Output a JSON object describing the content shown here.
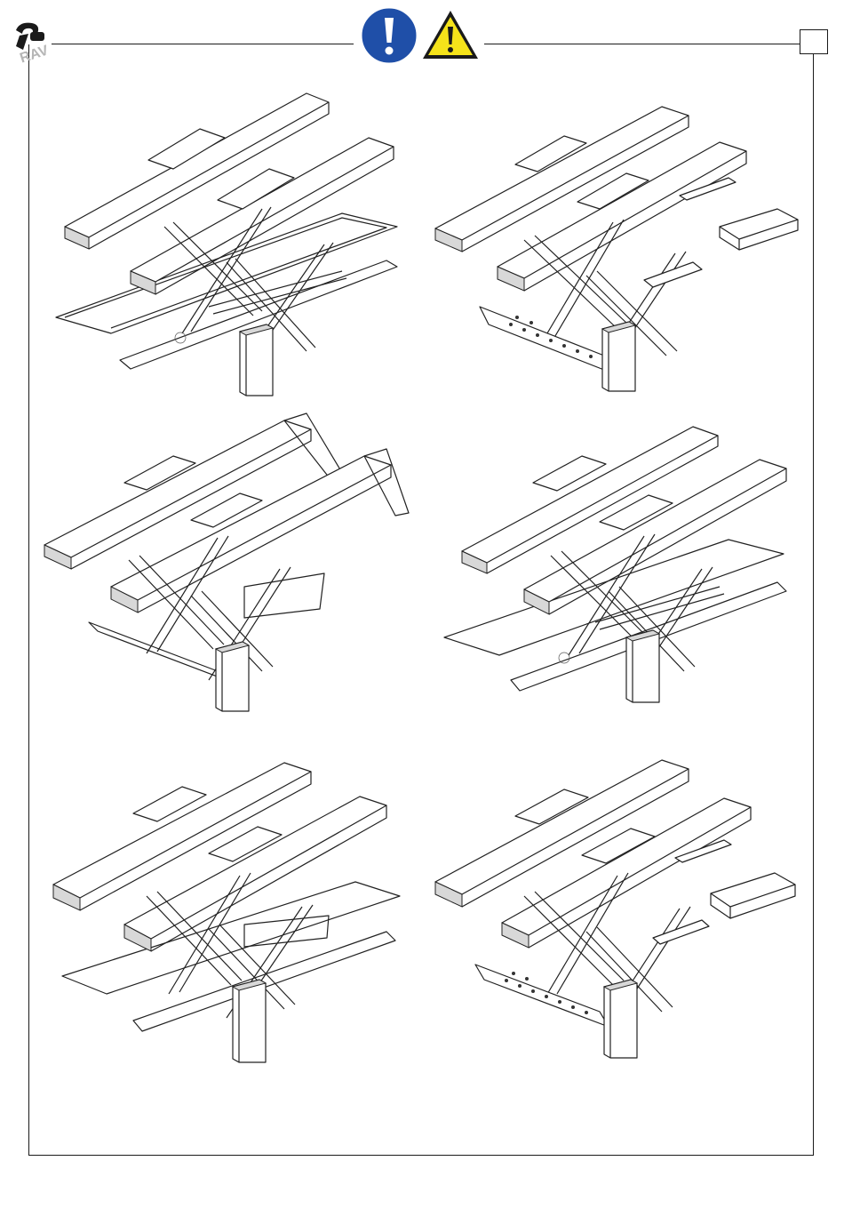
{
  "header": {
    "logo_icon": "brand-logo-icon",
    "info_icon": "mandatory-action-icon",
    "info_color": "#1f4fa8",
    "warning_icon": "warning-triangle-icon",
    "warning_color": "#f5e31a",
    "page_box_value": ""
  },
  "figures": [
    {
      "id": "fig1",
      "icon": "scissor-lift-flush-mount-icon"
    },
    {
      "id": "fig2",
      "icon": "scissor-lift-surface-mount-ramps-icon"
    },
    {
      "id": "fig3",
      "icon": "scissor-lift-long-ramps-icon"
    },
    {
      "id": "fig4",
      "icon": "scissor-lift-flush-mount-variant-icon"
    },
    {
      "id": "fig5",
      "icon": "scissor-lift-recessed-icon"
    },
    {
      "id": "fig6",
      "icon": "scissor-lift-surface-ramps-variant-icon"
    }
  ]
}
